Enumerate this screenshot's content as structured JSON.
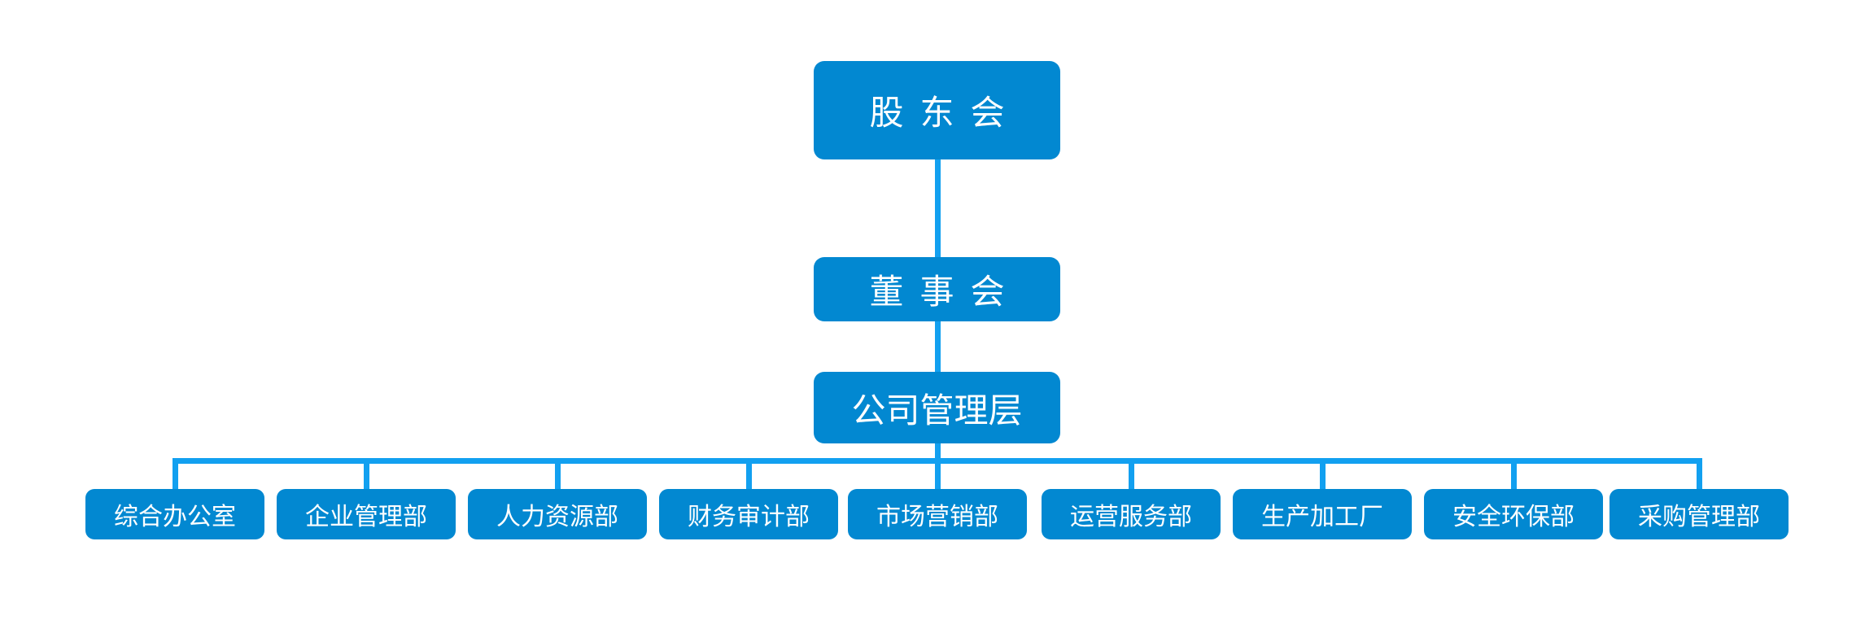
{
  "chart_data": {
    "type": "diagram",
    "diagram_type": "organizational-chart",
    "title": "",
    "orientation": "top-down",
    "colors": {
      "node_fill": "#0288d1",
      "node_text": "#ffffff",
      "connector_line": "#12a0f0",
      "background": "#ffffff"
    },
    "levels": [
      {
        "level": 1,
        "labels": [
          "股东会"
        ]
      },
      {
        "level": 2,
        "labels": [
          "董事会"
        ]
      },
      {
        "level": 3,
        "labels": [
          "公司管理层"
        ]
      },
      {
        "level": 4,
        "labels": [
          "综合办公室",
          "企业管理部",
          "人力资源部",
          "财务审计部",
          "市场营销部",
          "运营服务部",
          "生产加工厂",
          "安全环保部",
          "采购管理部"
        ]
      }
    ],
    "edges": [
      {
        "from": "股东会",
        "to": "董事会"
      },
      {
        "from": "董事会",
        "to": "公司管理层"
      },
      {
        "from": "公司管理层",
        "to": "综合办公室"
      },
      {
        "from": "公司管理层",
        "to": "企业管理部"
      },
      {
        "from": "公司管理层",
        "to": "人力资源部"
      },
      {
        "from": "公司管理层",
        "to": "财务审计部"
      },
      {
        "from": "公司管理层",
        "to": "市场营销部"
      },
      {
        "from": "公司管理层",
        "to": "运营服务部"
      },
      {
        "from": "公司管理层",
        "to": "生产加工厂"
      },
      {
        "from": "公司管理层",
        "to": "安全环保部"
      },
      {
        "from": "公司管理层",
        "to": "采购管理部"
      }
    ]
  },
  "nodes": {
    "shareholders": {
      "label": "股东会"
    },
    "board": {
      "label": "董事会"
    },
    "management": {
      "label": "公司管理层"
    }
  },
  "departments": [
    {
      "label": "综合办公室"
    },
    {
      "label": "企业管理部"
    },
    {
      "label": "人力资源部"
    },
    {
      "label": "财务审计部"
    },
    {
      "label": "市场营销部"
    },
    {
      "label": "运营服务部"
    },
    {
      "label": "生产加工厂"
    },
    {
      "label": "安全环保部"
    },
    {
      "label": "采购管理部"
    }
  ]
}
